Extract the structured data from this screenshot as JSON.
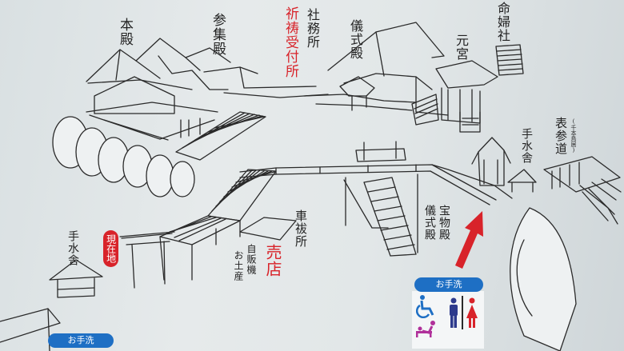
{
  "map": {
    "labels": {
      "honden": "本殿",
      "sanshuden": "参集殿",
      "shamusho": "社務所",
      "kito_uketsuke": "祈祷受付所",
      "gishikiden_top": "儀式殿",
      "motomiya": "元宮",
      "myoubusha": "命婦社",
      "omotesando": "表参道",
      "omotesando_sub": "(千本鳥居)",
      "temizusha_right": "手水舎",
      "temizusha_left": "手水舎",
      "kurumaharaisho": "車祓所",
      "baiten": "売店",
      "jihanki": "自販機",
      "omiyage": "お土産",
      "hotmotsuden": "宝物殿",
      "gishikiden_bottom": "儀式殿",
      "genzaichi": "現在地",
      "otearai_right": "お手洗",
      "otearai_left": "お手洗"
    },
    "colors": {
      "line": "#2a2a2a",
      "red_text": "#d8232a",
      "blue_pill": "#1e6fc4",
      "accessible_icon": "#1e6fc4",
      "male_icon": "#2d3a8c",
      "female_icon": "#d8232a",
      "baby_icon": "#b0309a"
    },
    "icons": [
      "wheelchair-icon",
      "male-restroom-icon",
      "female-restroom-icon",
      "baby-changing-icon",
      "direction-arrow-icon"
    ]
  }
}
